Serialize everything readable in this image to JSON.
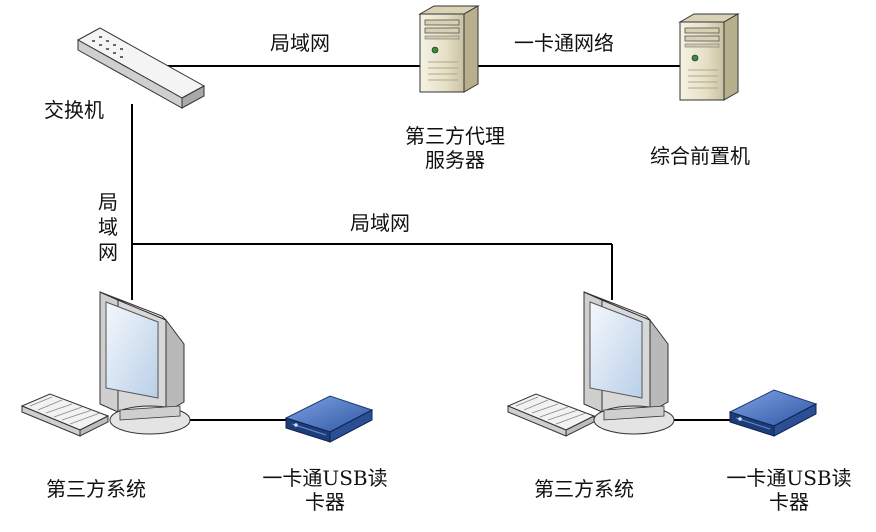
{
  "labels": {
    "switch": "交换机",
    "lan_top": "局域网",
    "card_network": "一卡通网络",
    "proxy_server": [
      "第三方代理",
      "服务器"
    ],
    "front_machine": "综合前置机",
    "lan_vertical": [
      "局",
      "域",
      "网"
    ],
    "lan_middle": "局域网",
    "system_left": "第三方系统",
    "reader_left": [
      "一卡通USB读",
      "卡器"
    ],
    "system_right": "第三方系统",
    "reader_right": [
      "一卡通USB读",
      "卡器"
    ]
  },
  "icons": {
    "switch": "network-switch-icon",
    "server": "tower-server-icon",
    "monitor": "crt-monitor-icon",
    "keyboard": "keyboard-icon",
    "reader": "usb-card-reader-icon"
  },
  "colors": {
    "line": "#000000",
    "server_body": "#e9e4cf",
    "monitor_screen": "#cfe0f4",
    "reader_top": "#4f79c7",
    "reader_side": "#1d3d7a"
  }
}
